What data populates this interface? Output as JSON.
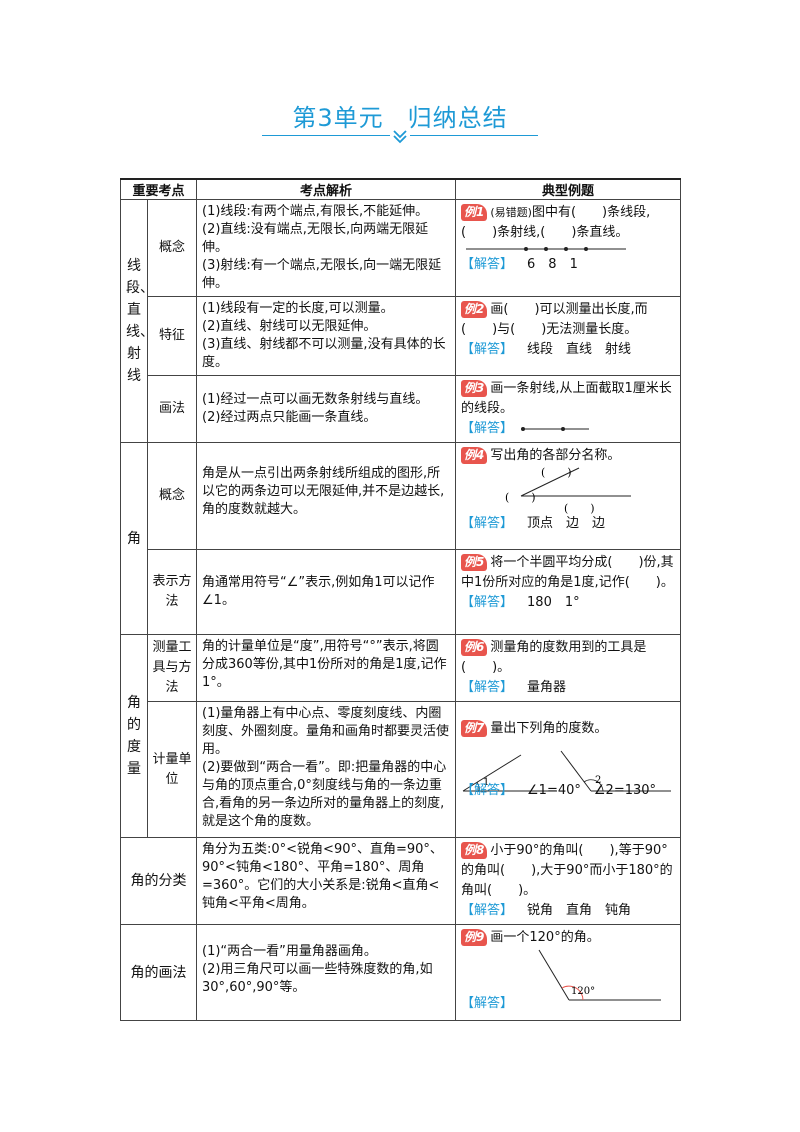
{
  "title": {
    "unit": "第3单元",
    "topic": "归纳总结"
  },
  "headers": [
    "重要考点",
    "考点解析",
    "典型例题"
  ],
  "sections": {
    "s1": {
      "category": "线段、直线、射线",
      "rows": [
        {
          "sub": "概念",
          "analysis": [
            "(1)线段:有两个端点,有限长,不能延伸。",
            "(2)直线:没有端点,无限长,向两端无限延伸。",
            "(3)射线:有一个端点,无限长,向一端无限延伸。"
          ],
          "badge": "例1",
          "tag": "(易错题)",
          "question": "图中有(　　)条线段,(　　)条射线,(　　)条直线。",
          "answer_label": "【解答】",
          "answer": "6　8　1"
        },
        {
          "sub": "特征",
          "analysis": [
            "(1)线段有一定的长度,可以测量。",
            "(2)直线、射线可以无限延伸。",
            "(3)直线、射线都不可以测量,没有具体的长度。"
          ],
          "badge": "例2",
          "question": "画(　　)可以测量出长度,而(　　)与(　　)无法测量长度。",
          "answer_label": "【解答】",
          "answer": "线段　直线　射线"
        },
        {
          "sub": "画法",
          "analysis": [
            "(1)经过一点可以画无数条射线与直线。",
            "(2)经过两点只能画一条直线。"
          ],
          "badge": "例3",
          "question": "画一条射线,从上面截取1厘米长的线段。",
          "answer_label": "【解答】"
        }
      ]
    },
    "s2": {
      "category": "角",
      "rows": [
        {
          "sub": "概念",
          "analysis": [
            "角是从一点引出两条射线所组成的图形,所以它的两条边可以无限延伸,并不是边越长,角的度数就越大。"
          ],
          "badge": "例4",
          "question": "写出角的各部分名称。",
          "blank": "(　　)",
          "answer_label": "【解答】",
          "answer": "顶点　边　边"
        },
        {
          "sub": "表示方法",
          "analysis": [
            "角通常用符号“∠”表示,例如角1可以记作∠1。"
          ],
          "badge": "例5",
          "question": "将一个半圆平均分成(　　)份,其中1份所对应的角是1度,记作(　　)。",
          "answer_label": "【解答】",
          "answer": "180　1°"
        }
      ]
    },
    "s3": {
      "category": "角的度量",
      "rows": [
        {
          "sub": "测量工具与方法",
          "analysis": [
            "角的计量单位是“度”,用符号“°”表示,将圆分成360等份,其中1份所对的角是1度,记作1°。"
          ],
          "badge": "例6",
          "question": "测量角的度数用到的工具是(　　)。",
          "answer_label": "【解答】",
          "answer": "量角器"
        },
        {
          "sub": "计量单位",
          "analysis": [
            "(1)量角器上有中心点、零度刻度线、内圈刻度、外圈刻度。量角和画角时都要灵活使用。",
            "(2)要做到“两合一看”。即:把量角器的中心与角的顶点重合,0°刻度线与角的一条边重合,看角的另一条边所对的量角器上的刻度,就是这个角的度数。"
          ],
          "badge": "例7",
          "question": "量出下列角的度数。",
          "label1": "1",
          "label2": "2",
          "answer_label": "【解答】",
          "answer": "∠1=40°　∠2=130°"
        }
      ]
    },
    "s4": {
      "category": "角的分类",
      "analysis": [
        "角分为五类:0°<锐角<90°、直角=90°、90°<钝角<180°、平角=180°、周角=360°。它们的大小关系是:锐角<直角<钝角<平角<周角。"
      ],
      "badge": "例8",
      "question": "小于90°的角叫(　　),等于90°的角叫(　　),大于90°而小于180°的角叫(　　)。",
      "answer_label": "【解答】",
      "answer": "锐角　直角　钝角"
    },
    "s5": {
      "category": "角的画法",
      "analysis": [
        "(1)“两合一看”用量角器画角。",
        "(2)用三角尺可以画一些特殊度数的角,如30°,60°,90°等。"
      ],
      "badge": "例9",
      "question": "画一个120°的角。",
      "angle_label": "120°",
      "answer_label": "【解答】"
    }
  },
  "colors": {
    "accent": "#1e9ad6",
    "badge": "#e8554d"
  }
}
